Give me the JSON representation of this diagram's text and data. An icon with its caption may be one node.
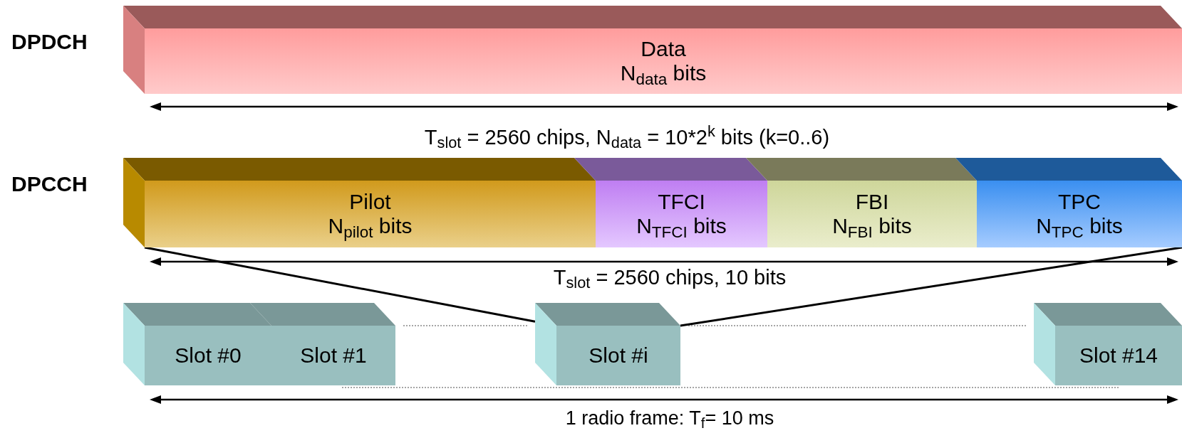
{
  "diagram": {
    "nodes": [
      {
        "text": [
          "Data",
          "N$_{data}$ bits"
        ]
      },
      {
        "text": [
          "Pilot",
          "N$_{pilot}$  bits"
        ]
      },
      {
        "text": [
          "TFCI",
          "N$_{TFCI}$  bits"
        ]
      },
      {
        "text": [
          "FBI",
          "N$_{FBI}$  bits"
        ]
      },
      {
        "text": [
          "TPC",
          "N$_{TPC}$ bits"
        ]
      },
      {
        "text": [
          "Slot #0"
        ]
      },
      {
        "text": [
          "Slot #1"
        ]
      },
      {
        "text": [
          "Slot #i"
        ]
      },
      {
        "text": [
          "Slot #14"
        ]
      }
    ],
    "edges": [
      {
        "from": 1,
        "to": 7,
        "arrow": "none"
      },
      {
        "from": 4,
        "to": 7,
        "arrow": "none"
      }
    ],
    "labels": [
      "DPDCH",
      "T$_{slot}$ = 2560 chips, N$_{data}$  = 10*2$^{k}$ bits (k=0..6)",
      "DPCCH",
      "T$_{slot}$ = 2560 chips, 10 bits",
      "1 radio frame: T$_{f}$= 10 ms"
    ]
  }
}
